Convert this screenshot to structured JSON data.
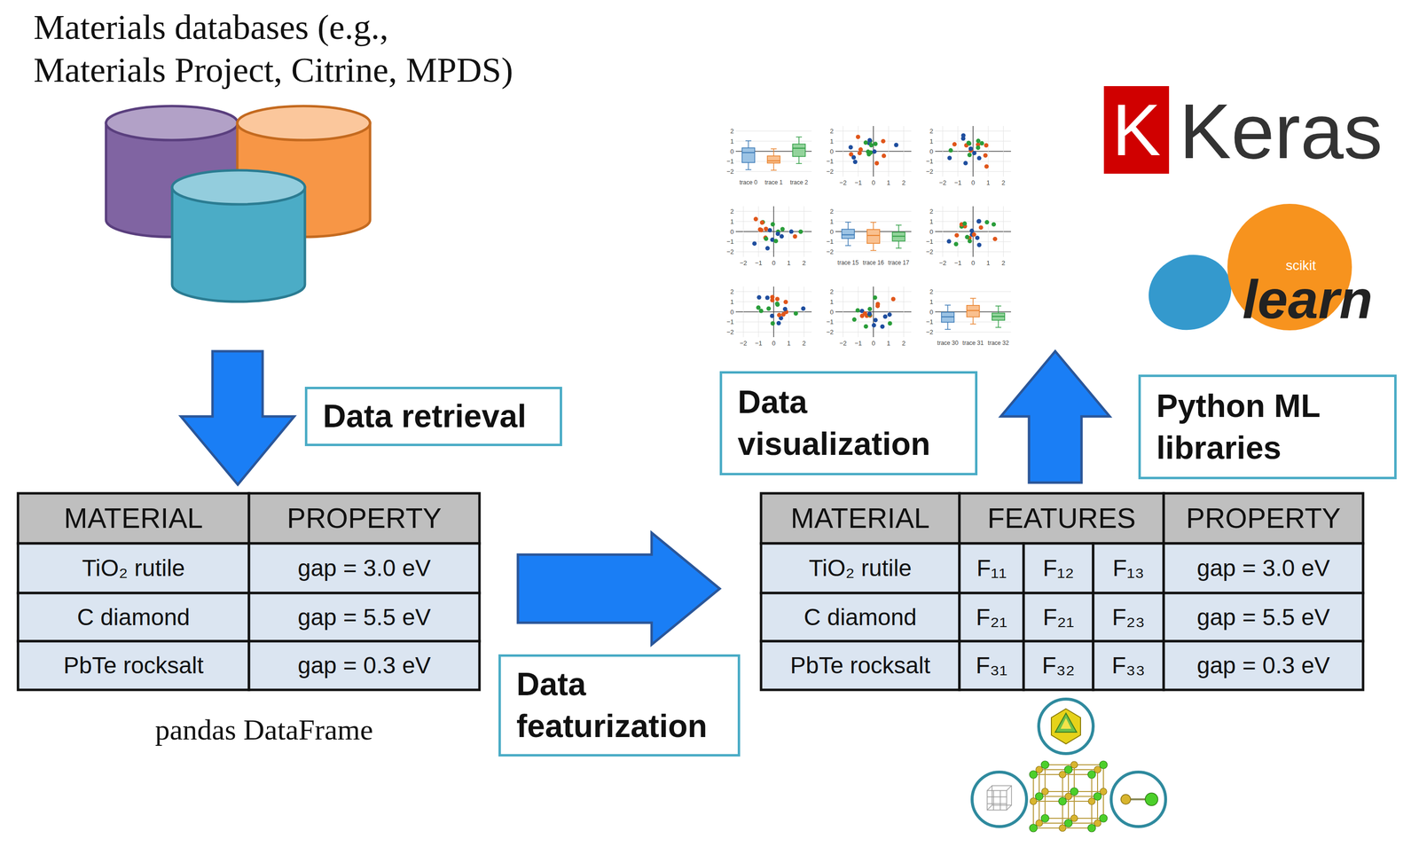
{
  "diagram": {
    "nodes": [
      {
        "text": [
          "Data retrieval"
        ]
      },
      {
        "text": [
          "Data featurization"
        ]
      },
      {
        "text": [
          "Data visualization"
        ]
      },
      {
        "text": [
          "Python ML libraries"
        ]
      }
    ],
    "labels": [
      "Materials databases (e.g., Materials Project, Citrine, MPDS)",
      "MATERIAL",
      "PROPERTY",
      "TiO₂ rutile",
      "gap = 3.0 eV",
      "C diamond",
      "gap = 5.5 eV",
      "PbTe rocksalt",
      "gap = 0.3 eV",
      "pandas DataFrame",
      "MATERIAL",
      "FEATURES",
      "PROPERTY",
      "TiO₂ rutile",
      "F₁₁",
      "F₁₂",
      "F₁₃",
      "gap = 3.0 eV",
      "C diamond",
      "F₂₁",
      "F₂₁",
      "F₂₃",
      "gap = 5.5 eV",
      "PbTe rocksalt",
      "F₃₁",
      "F₃₂",
      "F₃₃",
      "gap = 0.3 eV",
      "K",
      "Keras",
      "scikit",
      "learn",
      "2",
      "1",
      "0",
      "−1",
      "−2",
      "trace 0",
      "trace 1",
      "trace 2",
      "2",
      "1",
      "0",
      "−1",
      "−2",
      "−2",
      "−1",
      "0",
      "1",
      "2",
      "2",
      "1",
      "0",
      "−1",
      "−2",
      "−2",
      "−1",
      "0",
      "1",
      "2",
      "2",
      "1",
      "0",
      "−1",
      "−2",
      "−2",
      "−1",
      "0",
      "1",
      "2",
      "2",
      "1",
      "0",
      "−1",
      "−2",
      "trace 15",
      "trace 16",
      "trace 17",
      "2",
      "1",
      "0",
      "−1",
      "−2",
      "−2",
      "−1",
      "0",
      "1",
      "2",
      "2",
      "1",
      "0",
      "−1",
      "−2",
      "−2",
      "−1",
      "0",
      "1",
      "2",
      "2",
      "1",
      "0",
      "−1",
      "−2",
      "−2",
      "−1",
      "0",
      "1",
      "2",
      "2",
      "1",
      "0",
      "−1",
      "−2",
      "trace 30",
      "trace 31",
      "trace 32"
    ]
  }
}
